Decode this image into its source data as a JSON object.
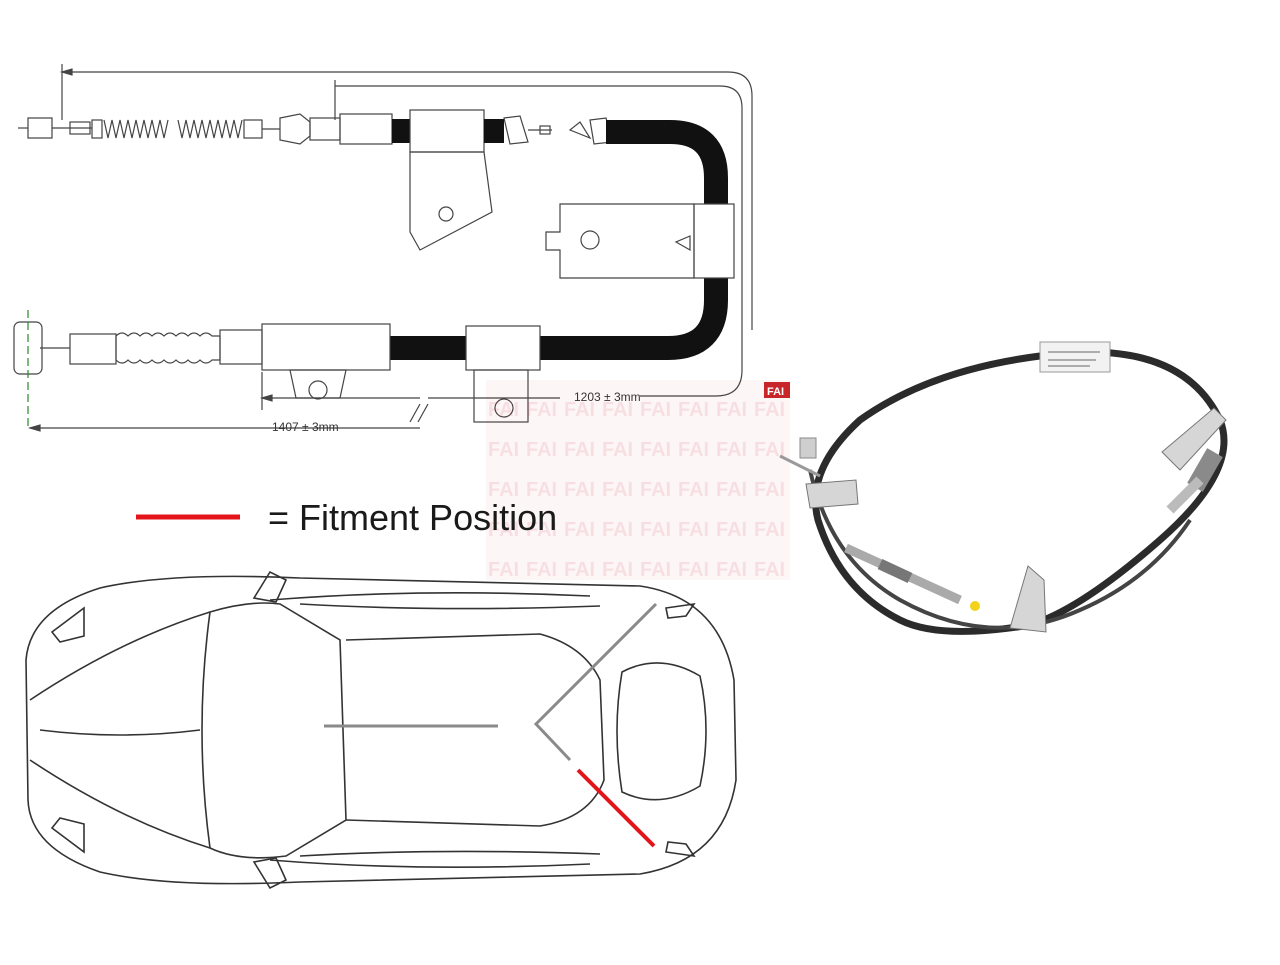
{
  "legend": {
    "label": "= Fitment Position",
    "line_color": "#e3151a"
  },
  "dimensions": {
    "overall": "1407 ± 3mm",
    "inner": "1203 ± 3mm"
  },
  "brand": {
    "logo_text": "FAI",
    "logo_color": "#c8252b",
    "watermark_text": "FAI"
  },
  "colors": {
    "outline": "#444444",
    "cable": "#111111",
    "route_grey": "#8a8a8a",
    "fitment_red": "#e3151a"
  }
}
